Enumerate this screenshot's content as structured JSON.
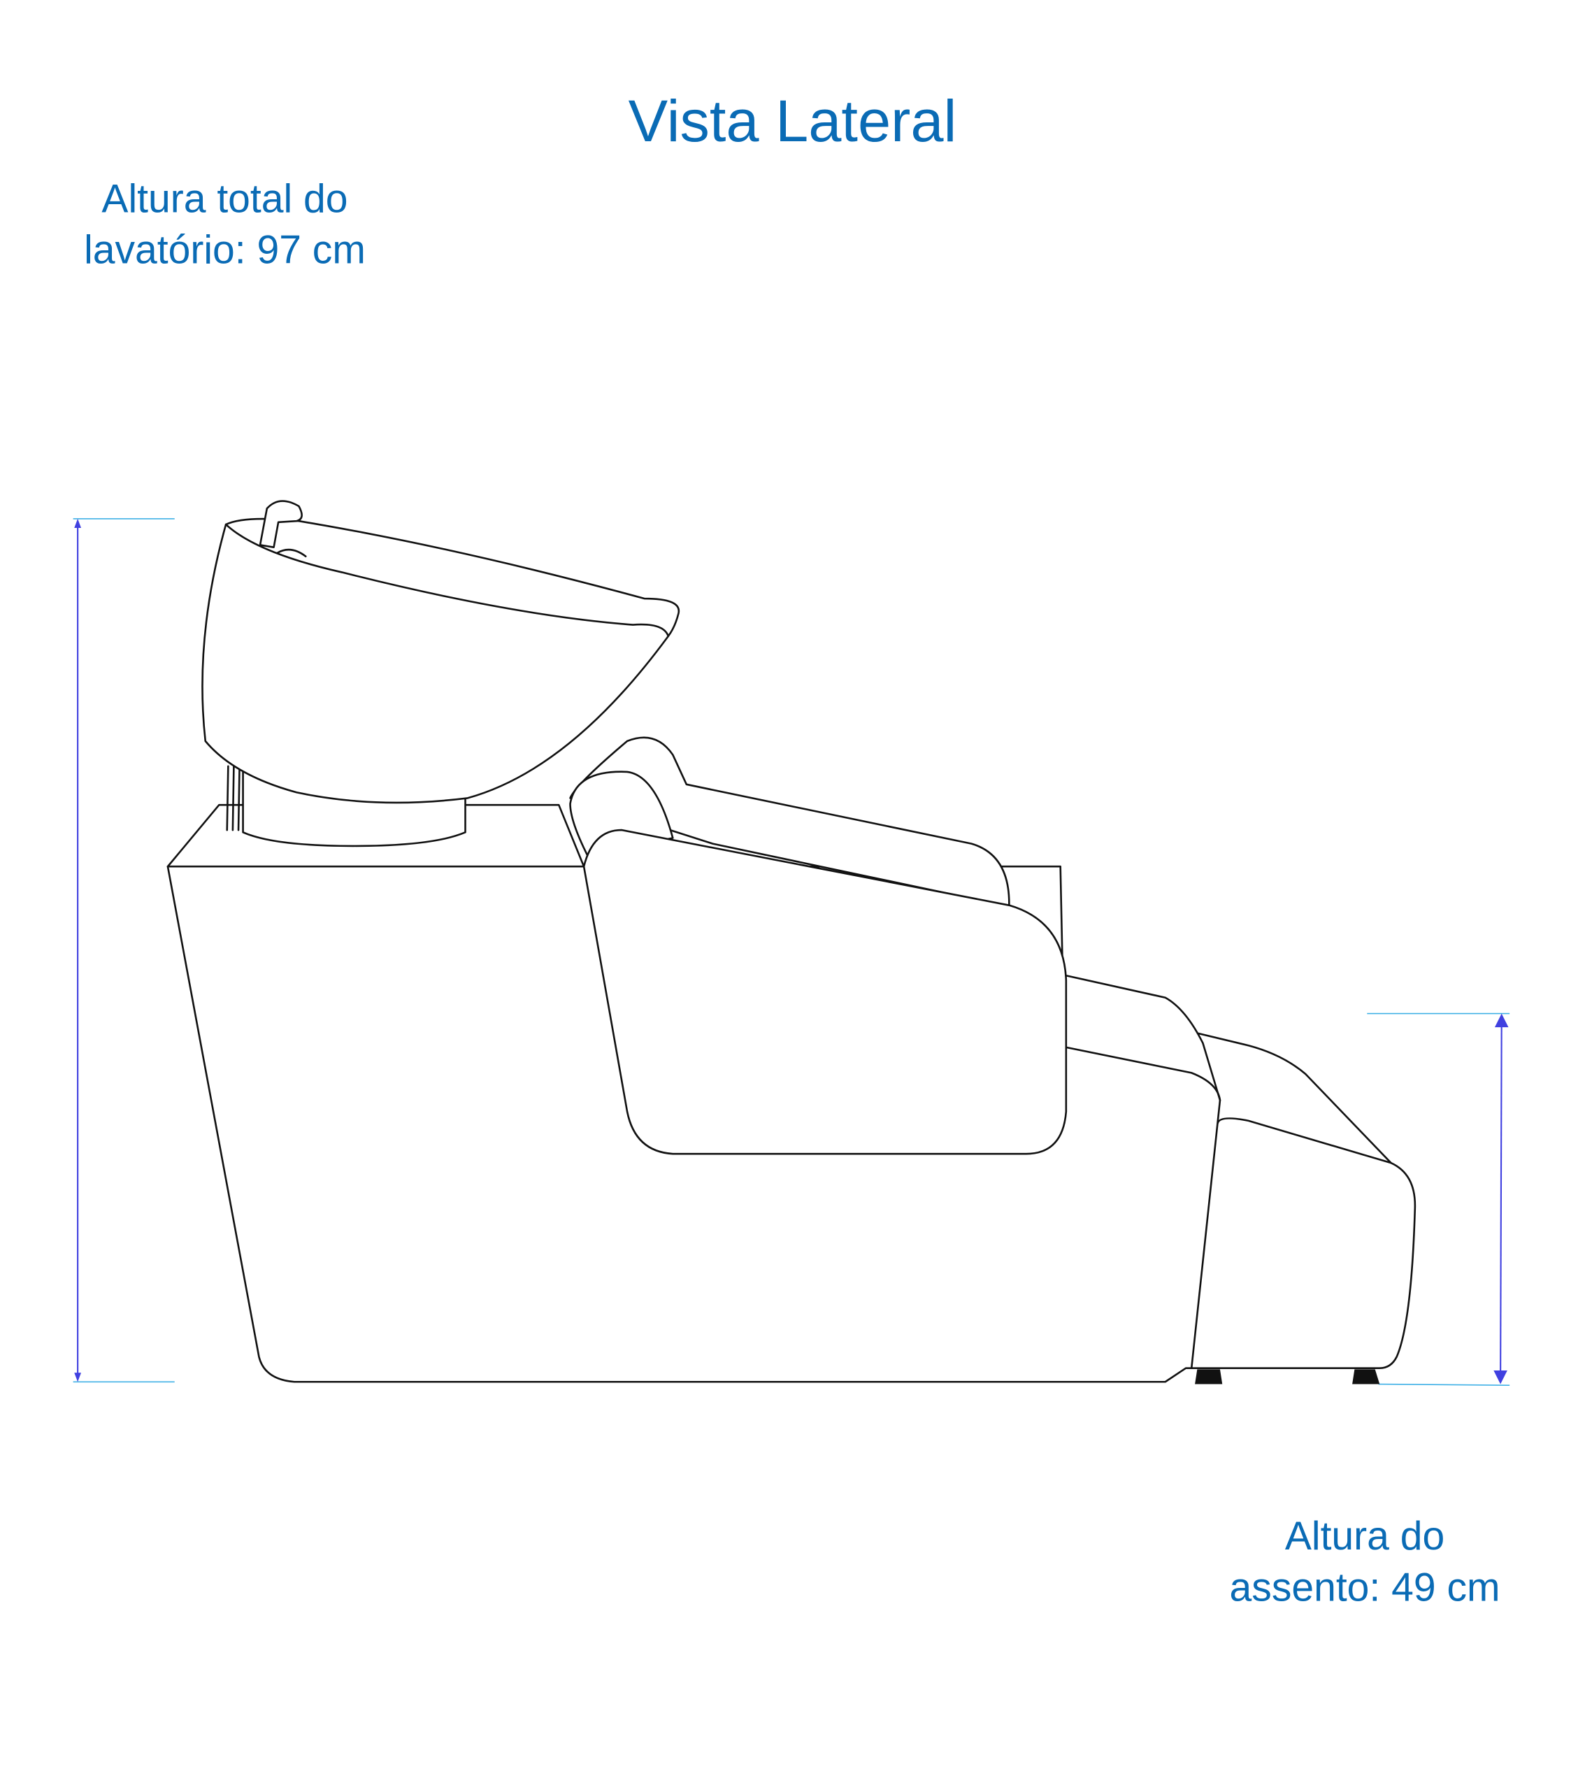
{
  "title": "Vista Lateral",
  "dimensions": {
    "total_height": {
      "line1": "Altura total do",
      "line2": "lavatório: 97 cm",
      "value_cm": 97
    },
    "seat_height": {
      "line1": "Altura do",
      "line2": "assento: 49 cm",
      "value_cm": 49
    }
  },
  "colors": {
    "label": "#0a6bb5",
    "dimension_line": "#4040e0",
    "guide_line": "#3fb0e6"
  }
}
